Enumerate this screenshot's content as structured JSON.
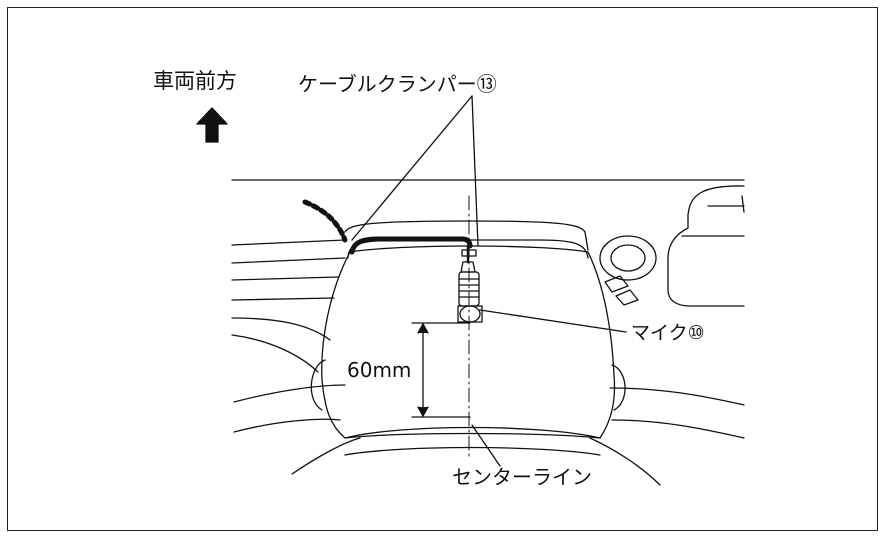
{
  "labels": {
    "vehicle_front": "車両前方",
    "cable_clamper": "ケーブルクランパー⑬",
    "mic": "マイク⑩",
    "distance": "60mm",
    "center_line": "センターライン"
  },
  "colors": {
    "line": "#111111",
    "background": "#ffffff"
  }
}
